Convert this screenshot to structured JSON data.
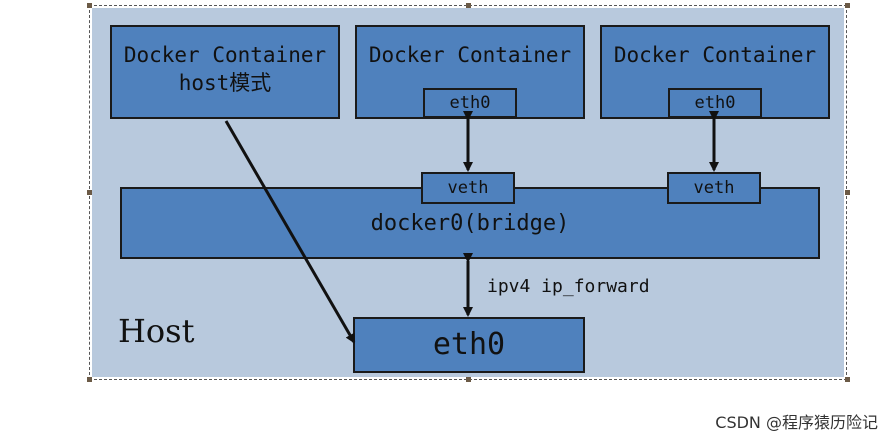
{
  "containers": [
    {
      "line1": "Docker Container",
      "line2": "host模式"
    },
    {
      "line1": "Docker Container",
      "eth": "eth0"
    },
    {
      "line1": "Docker Container",
      "eth": "eth0"
    }
  ],
  "bridge": {
    "label": "docker0(bridge)",
    "veth1": "veth",
    "veth2": "veth"
  },
  "forward_label": "ipv4 ip_forward",
  "host_label": "Host",
  "host_eth": "eth0",
  "watermark": "CSDN @程序猿历险记",
  "colors": {
    "box": "#4f81bd",
    "host_bg": "#b8c9dd",
    "border": "#1a1a1a"
  }
}
